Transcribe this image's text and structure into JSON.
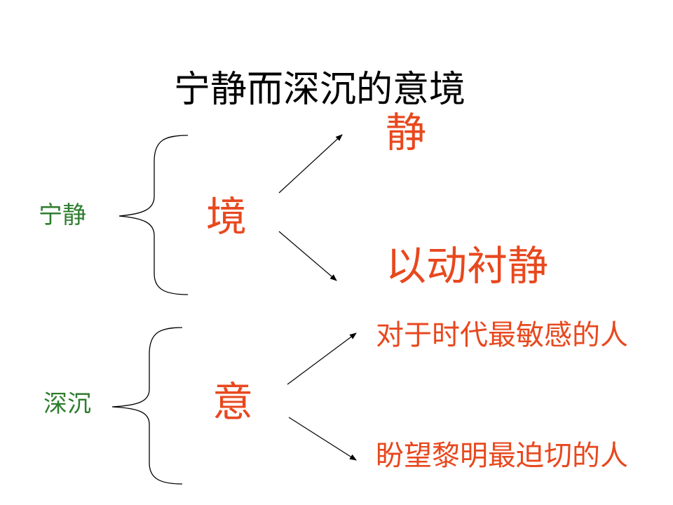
{
  "title": "宁静而深沉的意境",
  "upper_group": {
    "left_label": "宁静",
    "center_label": "境",
    "branch_top": "静",
    "branch_bottom": "以动衬静"
  },
  "lower_group": {
    "left_label": "深沉",
    "center_label": "意",
    "branch_top": "对于时代最敏感的人",
    "branch_bottom": "盼望黎明最迫切的人"
  },
  "colors": {
    "title": "#000000",
    "left_labels": "#2e7d2e",
    "right_labels": "#e8481e",
    "lines": "#000000"
  }
}
